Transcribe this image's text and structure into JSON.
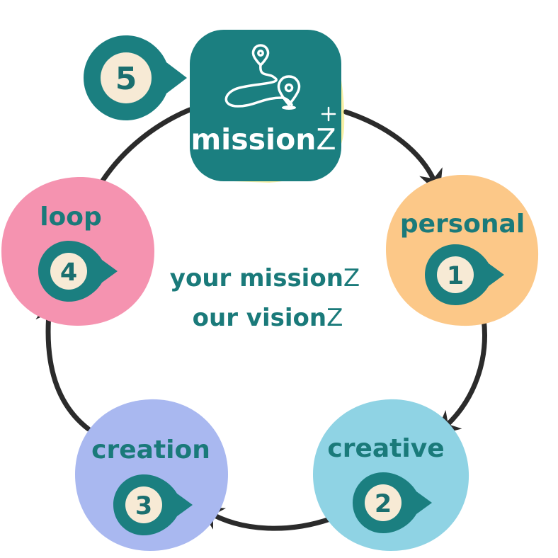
{
  "colors": {
    "teal": "#1b7f80",
    "badge_fill": "#f7ead5",
    "arrow": "#2b2b2b",
    "personal": "#fcc888",
    "creative": "#8fd3e4",
    "creation": "#a9b8f0",
    "loop": "#f593b0",
    "text": "#1a7a7a"
  },
  "logo": {
    "name_main": "mission",
    "name_suffix": "Z",
    "icon": "map-route-pins-icon"
  },
  "center_text": {
    "line1_main": "your mission",
    "line1_suffix": "Z",
    "line2_main": "our vision",
    "line2_suffix": "Z"
  },
  "steps": [
    {
      "id": "personal",
      "label": "personal",
      "number": "1"
    },
    {
      "id": "creative",
      "label": "creative",
      "number": "2"
    },
    {
      "id": "creation",
      "label": "creation",
      "number": "3"
    },
    {
      "id": "loop",
      "label": "loop",
      "number": "4"
    }
  ],
  "logo_badge": {
    "number": "5"
  }
}
